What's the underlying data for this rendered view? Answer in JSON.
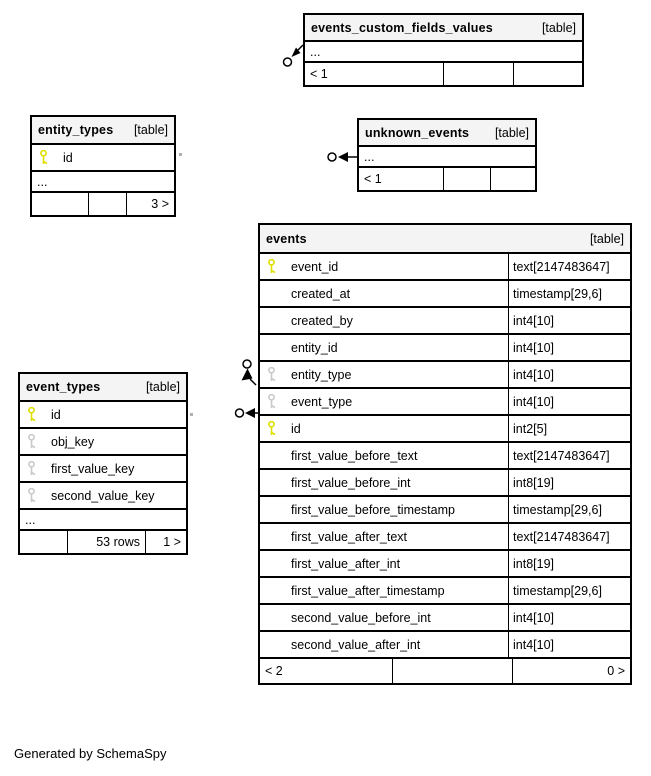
{
  "page": {
    "footer_note": "Generated by SchemaSpy"
  },
  "colors": {
    "primary_key_icon": "#dede00",
    "foreign_key_icon": "#c9c9c9",
    "header_bg": "#f4f4f4",
    "table_border": "#000000"
  },
  "tables": {
    "events_custom_fields_values": {
      "name": "events_custom_fields_values",
      "tag": "[table]",
      "rows": [
        {
          "name": "..."
        }
      ],
      "footer": {
        "left": "< 1",
        "mid": "",
        "right": ""
      }
    },
    "entity_types": {
      "name": "entity_types",
      "tag": "[table]",
      "rows": [
        {
          "name": "id",
          "icon": "primary-key-icon"
        },
        {
          "name": "..."
        }
      ],
      "footer": {
        "left": "",
        "mid": "",
        "right": "3 >"
      }
    },
    "unknown_events": {
      "name": "unknown_events",
      "tag": "[table]",
      "rows": [
        {
          "name": "..."
        }
      ],
      "footer": {
        "left": "< 1",
        "mid": "",
        "right": ""
      }
    },
    "events": {
      "name": "events",
      "tag": "[table]",
      "columns": [
        {
          "name": "event_id",
          "type": "text[2147483647]",
          "icon": "primary-key-icon"
        },
        {
          "name": "created_at",
          "type": "timestamp[29,6]"
        },
        {
          "name": "created_by",
          "type": "int4[10]"
        },
        {
          "name": "entity_id",
          "type": "int4[10]"
        },
        {
          "name": "entity_type",
          "type": "int4[10]",
          "icon": "foreign-key-icon"
        },
        {
          "name": "event_type",
          "type": "int4[10]",
          "icon": "foreign-key-icon"
        },
        {
          "name": "id",
          "type": "int2[5]",
          "icon": "primary-key-icon"
        },
        {
          "name": "first_value_before_text",
          "type": "text[2147483647]"
        },
        {
          "name": "first_value_before_int",
          "type": "int8[19]"
        },
        {
          "name": "first_value_before_timestamp",
          "type": "timestamp[29,6]"
        },
        {
          "name": "first_value_after_text",
          "type": "text[2147483647]"
        },
        {
          "name": "first_value_after_int",
          "type": "int8[19]"
        },
        {
          "name": "first_value_after_timestamp",
          "type": "timestamp[29,6]"
        },
        {
          "name": "second_value_before_int",
          "type": "int4[10]"
        },
        {
          "name": "second_value_after_int",
          "type": "int4[10]"
        }
      ],
      "footer": {
        "left": "< 2",
        "mid": "",
        "right": "0 >"
      }
    },
    "event_types": {
      "name": "event_types",
      "tag": "[table]",
      "rows": [
        {
          "name": "id",
          "icon": "primary-key-icon"
        },
        {
          "name": "obj_key",
          "icon": "foreign-key-icon"
        },
        {
          "name": "first_value_key",
          "icon": "foreign-key-icon"
        },
        {
          "name": "second_value_key",
          "icon": "foreign-key-icon"
        },
        {
          "name": "..."
        }
      ],
      "footer": {
        "left": "",
        "mid": "53 rows",
        "right": "1 >"
      }
    }
  }
}
